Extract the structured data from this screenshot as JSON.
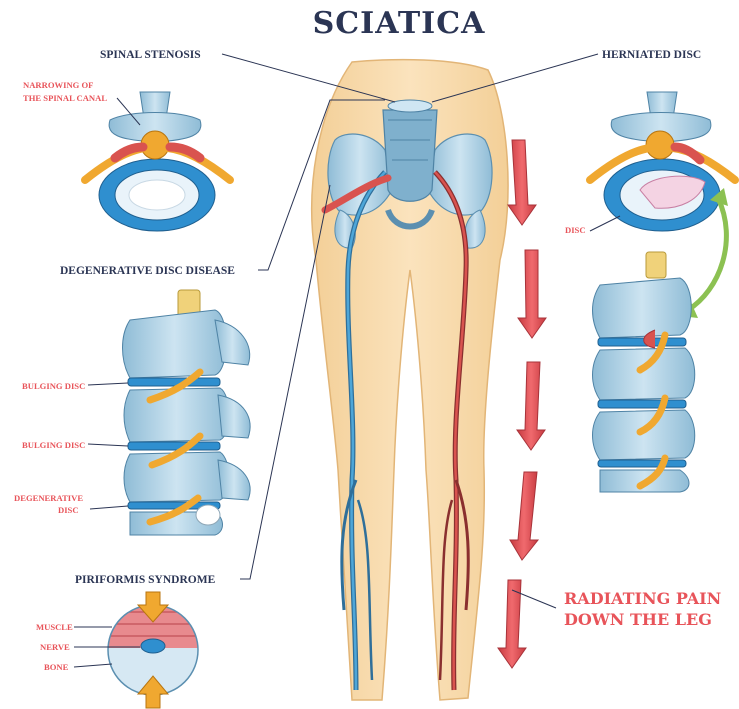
{
  "title": "SCIATICA",
  "labels": {
    "spinal_stenosis": "SPINAL STENOSIS",
    "narrowing_1": "NARROWING OF",
    "narrowing_2": "THE SPINAL CANAL",
    "herniated_disc": "HERNIATED DISC",
    "disc": "DISC",
    "degenerative_disc_disease": "DEGENERATIVE DISC DISEASE",
    "bulging_disc_1": "BULGING DISC",
    "bulging_disc_2": "BULGING DISC",
    "degenerative_1": "DEGENERATIVE",
    "degenerative_2": "DISC",
    "piriformis_syndrome": "PIRIFORMIS SYNDROME",
    "muscle": "MUSCLE",
    "nerve": "NERVE",
    "bone": "BONE",
    "radiating_1": "RADIATING PAIN",
    "radiating_2": "DOWN THE LEG"
  },
  "colors": {
    "title": "#2b3554",
    "accent_red": "#e8545a",
    "skin": "#f7d9a8",
    "bone": "#a9cfe3",
    "disc_blue": "#2f8fcf",
    "nerve_orange": "#f0a830",
    "nerve_red": "#d9534f",
    "arrow_green": "#8cc152"
  }
}
